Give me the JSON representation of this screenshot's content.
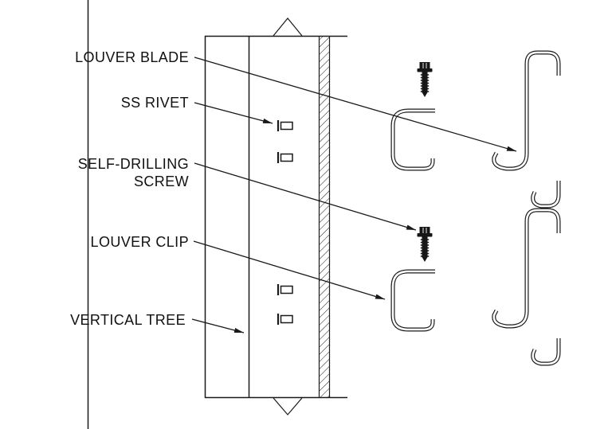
{
  "diagram": {
    "labels": {
      "louver_blade": "LOUVER BLADE",
      "ss_rivet": "SS RIVET",
      "self_drilling_screw": [
        "SELF-DRILLING",
        "SCREW"
      ],
      "louver_clip": "LOUVER CLIP",
      "vertical_tree": "VERTICAL TREE"
    },
    "colors": {
      "line": "#1a1a1a",
      "background": "#ffffff"
    }
  }
}
